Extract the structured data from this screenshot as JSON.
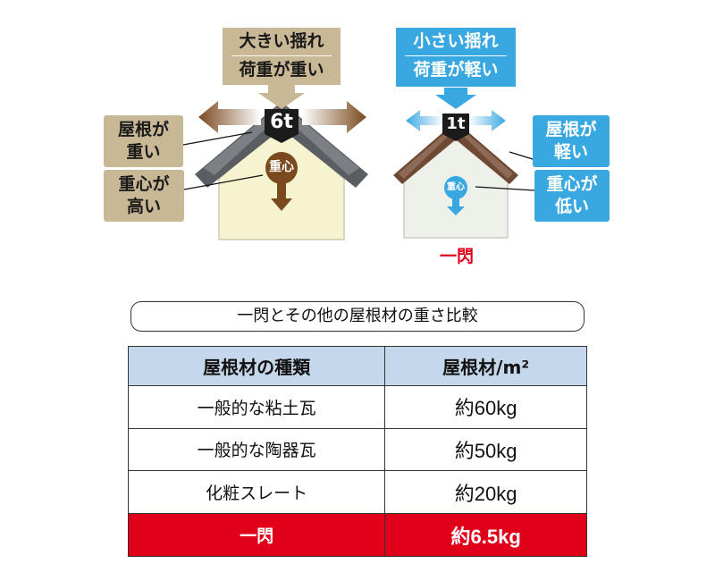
{
  "left_house": {
    "callout_line1": "大きい揺れ",
    "callout_line2": "荷重が重い",
    "weight": "6t",
    "roof_label_line1": "屋根が",
    "roof_label_line2": "重い",
    "cg_label_line1": "重心が",
    "cg_label_line2": "高い",
    "cg_text": "重心"
  },
  "right_house": {
    "callout_line1": "小さい揺れ",
    "callout_line2": "荷重が軽い",
    "weight": "1t",
    "roof_label_line1": "屋根が",
    "roof_label_line2": "軽い",
    "cg_label_line1": "重心が",
    "cg_label_line2": "低い",
    "cg_text": "重心",
    "caption": "一閃"
  },
  "colors": {
    "tan": "#c9b896",
    "brown": "#7a4a1e",
    "blue": "#3aa8e0",
    "red": "#e0001a",
    "header_blue": "#c5d7ea"
  },
  "comparison": {
    "title": "一閃とその他の屋根材の重さ比較",
    "headers": [
      "屋根材の種類",
      "屋根材/m²"
    ],
    "rows": [
      {
        "name": "一般的な粘土瓦",
        "value": "約60kg"
      },
      {
        "name": "一般的な陶器瓦",
        "value": "約50kg"
      },
      {
        "name": "化粧スレート",
        "value": "約20kg"
      },
      {
        "name": "一閃",
        "value": "約6.5kg"
      }
    ]
  }
}
